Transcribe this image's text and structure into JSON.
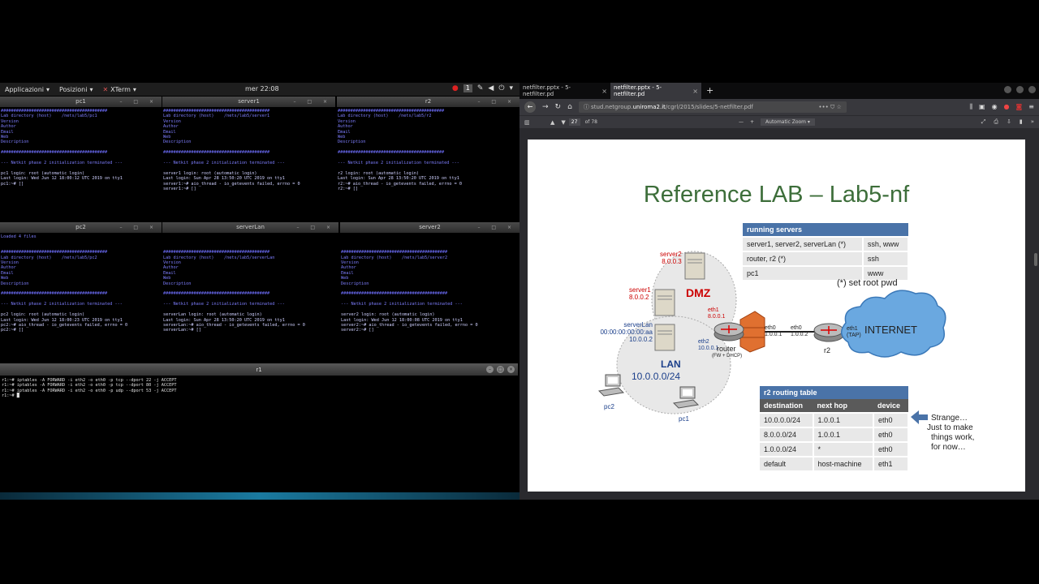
{
  "topbar": {
    "apps_menu": "Applicazioni",
    "places_menu": "Posizioni",
    "active_app": "XTerm",
    "clock": "mer 22:08",
    "workspace": "1"
  },
  "terminals": {
    "pc1": {
      "title": "pc1",
      "lines": [
        "##########################################",
        "Lab directory (host)    /nets/lab5/pc1",
        "Version",
        "Author",
        "Email",
        "Web",
        "Description",
        "",
        "##########################################",
        "",
        "--- Netkit phase 2 initialization terminated ---",
        "",
        "pc1 login: root (automatic login)",
        "Last login: Wed Jun 12 18:00:12 UTC 2019 on tty1",
        "pc1:~# []"
      ]
    },
    "server1": {
      "title": "server1",
      "lines": [
        "##########################################",
        "Lab directory (host)    /nets/lab5/server1",
        "Version",
        "Author",
        "Email",
        "Web",
        "Description",
        "",
        "##########################################",
        "",
        "--- Netkit phase 2 initialization terminated ---",
        "",
        "server1 login: root (automatic login)",
        "Last login: Sun Apr 28 13:50:20 UTC 2019 on tty1",
        "server1:~# aio_thread - io_getevents failed, errno = 0",
        "server1:~# []"
      ]
    },
    "r2": {
      "title": "r2",
      "lines": [
        "##########################################",
        "Lab directory (host)    /nets/lab5/r2",
        "Version",
        "Author",
        "Email",
        "Web",
        "Description",
        "",
        "##########################################",
        "",
        "--- Netkit phase 2 initialization terminated ---",
        "",
        "r2 login: root (automatic login)",
        "Last login: Sun Apr 28 13:50:20 UTC 2019 on tty1",
        "r2:~# aio_thread - io_getevents failed, errno = 0",
        "r2:~# []"
      ]
    },
    "pc2": {
      "title": "pc2",
      "lines": [
        "Loaded 4 files",
        "",
        "",
        "##########################################",
        "Lab directory (host)    /nets/lab5/pc2",
        "Version",
        "Author",
        "Email",
        "Web",
        "Description",
        "",
        "##########################################",
        "",
        "--- Netkit phase 2 initialization terminated ---",
        "",
        "pc2 login: root (automatic login)",
        "Last login: Wed Jun 12 18:00:23 UTC 2019 on tty1",
        "pc2:~# aio_thread - io_getevents failed, errno = 0",
        "pc2:~# []"
      ]
    },
    "serverLan": {
      "title": "serverLan",
      "lines": [
        "",
        "",
        "",
        "##########################################",
        "Lab directory (host)    /nets/lab5/serverLan",
        "Version",
        "Author",
        "Email",
        "Web",
        "Description",
        "",
        "##########################################",
        "",
        "--- Netkit phase 2 initialization terminated ---",
        "",
        "serverLan login: root (automatic login)",
        "Last login: Sun Apr 28 13:50:20 UTC 2019 on tty1",
        "serverLan:~# aio_thread - io_getevents failed, errno = 0",
        "serverLan:~# []"
      ]
    },
    "server2": {
      "title": "server2",
      "lines": [
        "",
        "",
        "",
        "##########################################",
        "Lab directory (host)    /nets/lab5/server2",
        "Version",
        "Author",
        "Email",
        "Web",
        "Description",
        "",
        "##########################################",
        "",
        "--- Netkit phase 2 initialization terminated ---",
        "",
        "server2 login: root (automatic login)",
        "Last login: Wed Jun 12 18:00:08 UTC 2019 on tty1",
        "server2:~# aio_thread - io_getevents failed, errno = 0",
        "server2:~# []"
      ]
    },
    "r1": {
      "title": "r1",
      "lines": [
        "r1:~# iptables -A FORWARD -i eth2 -o eth0 -p tcp --dport 22 -j ACCEPT",
        "r1:~# iptables -A FORWARD -i eth2 -o eth0 -p tcp --dport 80 -j ACCEPT",
        "r1:~# iptables -A FORWARD -i eth2 -o eth0 -p udp --dport 53 -j ACCEPT",
        "r1:~# █"
      ]
    }
  },
  "browser": {
    "tab1": "netfilter.pptx - 5-netfilter.pd",
    "tab2": "netfilter.pptx - 5-netfilter.pd",
    "url_prefix": "stud.netgroup.",
    "url_domain": "uniroma2.it",
    "url_path": "/cgrl/2015/slides/5-netfilter.pdf",
    "page_current": "27",
    "page_total": "of 78",
    "zoom": "Automatic Zoom"
  },
  "slide": {
    "title": "Reference LAB – Lab5-nf",
    "servers_table": {
      "header": "running servers",
      "rows": [
        [
          "server1, server2, serverLan (*)",
          "ssh, www"
        ],
        [
          "router, r2 (*)",
          "ssh"
        ],
        [
          "pc1",
          "www"
        ]
      ]
    },
    "root_pwd_note": "(*) set root pwd",
    "routing_table": {
      "title": "r2 routing table",
      "columns": [
        "destination",
        "next hop",
        "device"
      ],
      "rows": [
        [
          "10.0.0.0/24",
          "1.0.0.1",
          "eth0"
        ],
        [
          "8.0.0.0/24",
          "1.0.0.1",
          "eth0"
        ],
        [
          "1.0.0.0/24",
          "*",
          "eth0"
        ],
        [
          "default",
          "host-machine",
          "eth1"
        ]
      ]
    },
    "note": [
      "Strange…",
      "Just to make",
      "things work,",
      "for now…"
    ],
    "diagram": {
      "server2_name": "server2",
      "server2_ip": "8.0.0.3",
      "server1_name": "server1",
      "server1_ip": "8.0.0.2",
      "dmz": "DMZ",
      "serverlan_name": "serverLan",
      "serverlan_mac": "00:00:00:00:00:aa",
      "serverlan_ip": "10.0.0.2",
      "lan": "LAN",
      "lan_net": "10.0.0.0/24",
      "eth1": "eth1",
      "eth1_ip": "8.0.0.1",
      "eth2": "eth2",
      "eth2_ip": "10.0.0.1",
      "router": "router",
      "router_sub": "(FW + DHCP)",
      "router_eth0": "eth0",
      "router_eth0_ip": "1.0.0.1",
      "r2_eth0": "eth0",
      "r2_eth0_ip": "1.0.0.2",
      "r2": "r2",
      "r2_eth1": "eth1",
      "r2_tap": "(TAP)",
      "internet": "INTERNET",
      "pc2": "pc2",
      "pc1": "pc1"
    }
  }
}
